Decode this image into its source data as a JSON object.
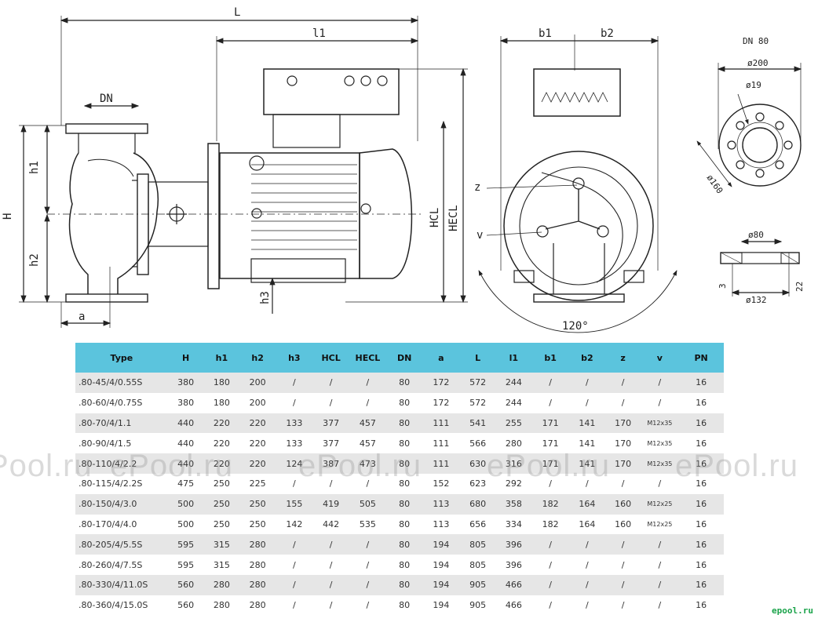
{
  "drawing": {
    "dims": {
      "L": "L",
      "l1": "l1",
      "DN": "DN",
      "H": "H",
      "h1": "h1",
      "h2": "h2",
      "h3": "h3",
      "a": "a",
      "HCL": "HCL",
      "HECL": "HECL",
      "b1": "b1",
      "b2": "b2",
      "z": "z",
      "v": "v",
      "angle": "120°"
    },
    "flange": {
      "title": "DN 80",
      "d200": "ø200",
      "d19": "ø19",
      "d160": "ø160",
      "d80": "ø80",
      "d132": "ø132",
      "t3": "3",
      "t22": "22"
    }
  },
  "table": {
    "headers": [
      "Type",
      "H",
      "h1",
      "h2",
      "h3",
      "HCL",
      "HECL",
      "DN",
      "a",
      "L",
      "l1",
      "b1",
      "b2",
      "z",
      "v",
      "PN"
    ],
    "rows": [
      [
        ".80-45/4/0.55S",
        "380",
        "180",
        "200",
        "/",
        "/",
        "/",
        "80",
        "172",
        "572",
        "244",
        "/",
        "/",
        "/",
        "/",
        "16"
      ],
      [
        ".80-60/4/0.75S",
        "380",
        "180",
        "200",
        "/",
        "/",
        "/",
        "80",
        "172",
        "572",
        "244",
        "/",
        "/",
        "/",
        "/",
        "16"
      ],
      [
        ".80-70/4/1.1",
        "440",
        "220",
        "220",
        "133",
        "377",
        "457",
        "80",
        "111",
        "541",
        "255",
        "171",
        "141",
        "170",
        "M12x35",
        "16"
      ],
      [
        ".80-90/4/1.5",
        "440",
        "220",
        "220",
        "133",
        "377",
        "457",
        "80",
        "111",
        "566",
        "280",
        "171",
        "141",
        "170",
        "M12x35",
        "16"
      ],
      [
        ".80-110/4/2.2",
        "440",
        "220",
        "220",
        "124",
        "387",
        "473",
        "80",
        "111",
        "630",
        "316",
        "171",
        "141",
        "170",
        "M12x35",
        "16"
      ],
      [
        ".80-115/4/2.2S",
        "475",
        "250",
        "225",
        "/",
        "/",
        "/",
        "80",
        "152",
        "623",
        "292",
        "/",
        "/",
        "/",
        "/",
        "16"
      ],
      [
        ".80-150/4/3.0",
        "500",
        "250",
        "250",
        "155",
        "419",
        "505",
        "80",
        "113",
        "680",
        "358",
        "182",
        "164",
        "160",
        "M12x25",
        "16"
      ],
      [
        ".80-170/4/4.0",
        "500",
        "250",
        "250",
        "142",
        "442",
        "535",
        "80",
        "113",
        "656",
        "334",
        "182",
        "164",
        "160",
        "M12x25",
        "16"
      ],
      [
        ".80-205/4/5.5S",
        "595",
        "315",
        "280",
        "/",
        "/",
        "/",
        "80",
        "194",
        "805",
        "396",
        "/",
        "/",
        "/",
        "/",
        "16"
      ],
      [
        ".80-260/4/7.5S",
        "595",
        "315",
        "280",
        "/",
        "/",
        "/",
        "80",
        "194",
        "805",
        "396",
        "/",
        "/",
        "/",
        "/",
        "16"
      ],
      [
        ".80-330/4/11.0S",
        "560",
        "280",
        "280",
        "/",
        "/",
        "/",
        "80",
        "194",
        "905",
        "466",
        "/",
        "/",
        "/",
        "/",
        "16"
      ],
      [
        ".80-360/4/15.0S",
        "560",
        "280",
        "280",
        "/",
        "/",
        "/",
        "80",
        "194",
        "905",
        "466",
        "/",
        "/",
        "/",
        "/",
        "16"
      ]
    ]
  },
  "watermarks": [
    "Pool.ru",
    "ePool.ru",
    "ePool.ru",
    "ePool.ru",
    "ePool.ru"
  ],
  "logo": "epool.ru"
}
